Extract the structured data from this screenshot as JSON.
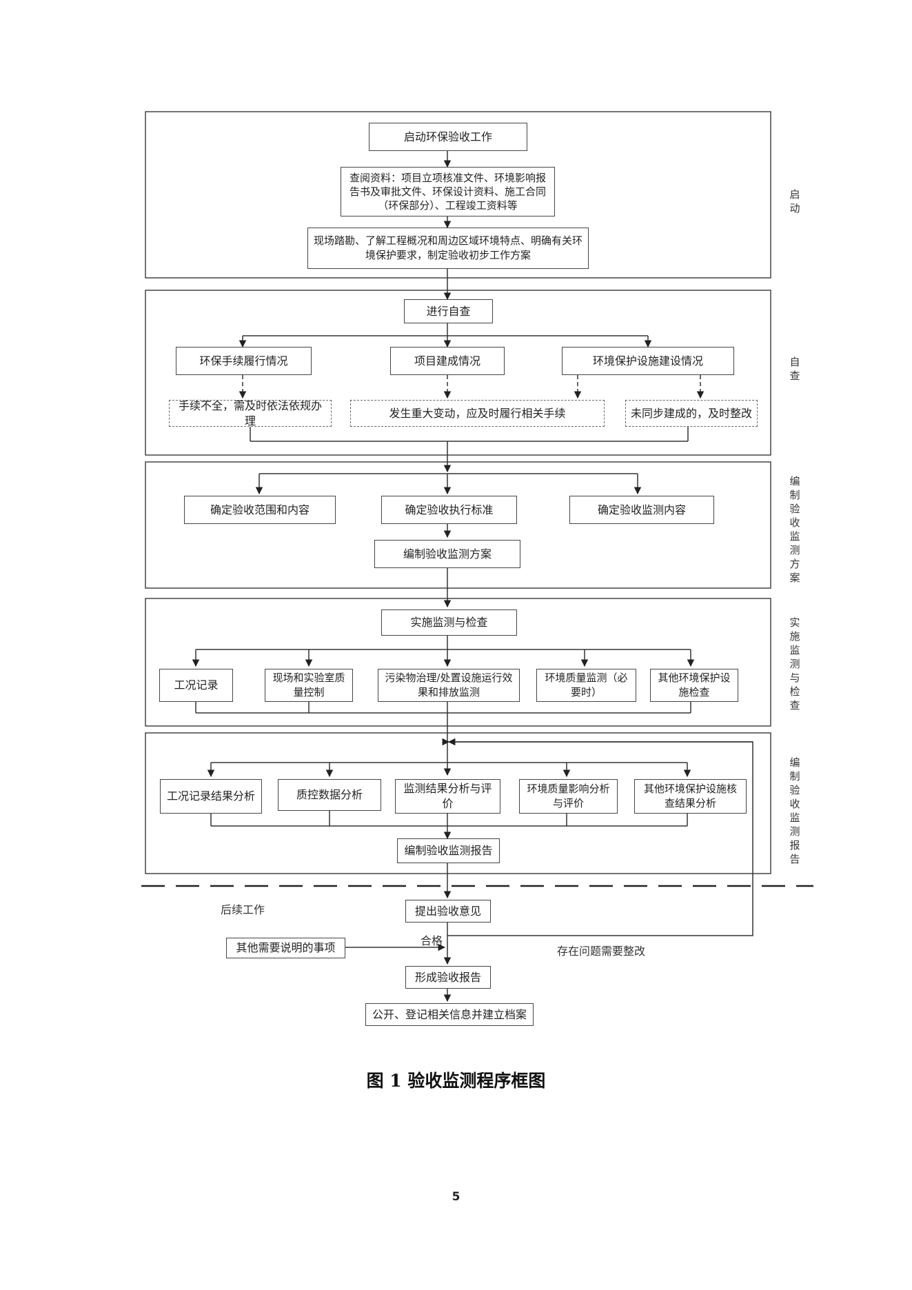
{
  "sections": {
    "start": "启动",
    "self_check": "自查",
    "plan": "编制验收监测方案",
    "implement": "实施监测与检查",
    "report": "编制验收监测报告"
  },
  "nodes": {
    "start_work": "启动环保验收工作",
    "review_docs": "查阅资料：项目立项核准文件、环境影响报告书及审批文件、环保设计资料、施工合同（环保部分）、工程竣工资料等",
    "site_survey": "现场踏勘、了解工程概况和周边区域环境特点、明确有关环境保护要求，制定验收初步工作方案",
    "self_inspect": "进行自查",
    "procedures": "环保手续履行情况",
    "construction": "项目建成情况",
    "facilities": "环境保护设施建设情况",
    "incomplete_procedures": "手续不全，需及时依法依规办理",
    "major_change": "发生重大变动，应及时履行相关手续",
    "not_synchronized": "未同步建成的，及时整改",
    "scope": "确定验收范围和内容",
    "standards": "确定验收执行标准",
    "monitor_content": "确定验收监测内容",
    "compile_plan": "编制验收监测方案",
    "implement_monitor": "实施监测与检查",
    "work_record": "工况记录",
    "quality_control": "现场和实验室质量控制",
    "pollutant_monitor": "污染物治理/处置设施运行效果和排放监测",
    "env_quality_monitor": "环境质量监测（必要时）",
    "other_facility_check": "其他环境保护设施检查",
    "work_record_analysis": "工况记录结果分析",
    "qc_analysis": "质控数据分析",
    "monitor_result_analysis": "监测结果分析与评价",
    "env_impact_analysis": "环境质量影响分析与评价",
    "other_facility_analysis": "其他环境保护设施核查结果分析",
    "compile_report": "编制验收监测报告",
    "opinion": "提出验收意见",
    "other_matters": "其他需要说明的事项",
    "form_report": "形成验收报告",
    "publish": "公开、登记相关信息并建立档案"
  },
  "labels": {
    "follow_up": "后续工作",
    "qualified": "合格",
    "rectify": "存在问题需要整改"
  },
  "caption": "图 1 验收监测程序框图",
  "page_number": "5"
}
